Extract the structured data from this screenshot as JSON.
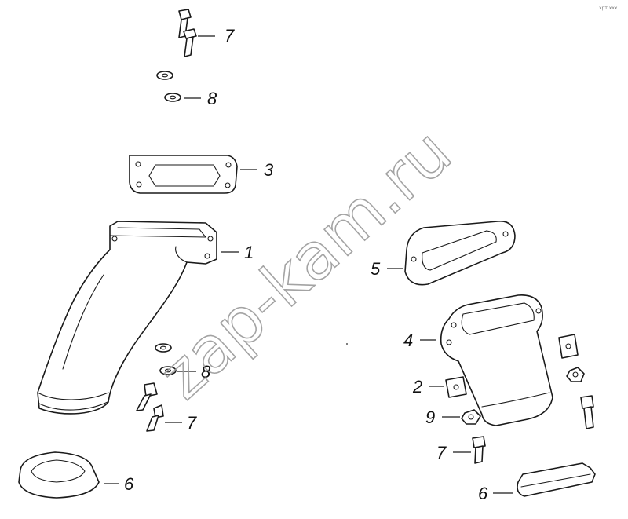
{
  "watermark": "zap-kam.ru",
  "corner_mark": "хрт ххх",
  "callouts": {
    "c7_top": "7",
    "c8_top": "8",
    "c3": "3",
    "c1": "1",
    "c5": "5",
    "c4": "4",
    "c8_mid": "8",
    "c2": "2",
    "c9": "9",
    "c7_mid": "7",
    "c7_bottom": "7",
    "c6_left": "6",
    "c6_right": "6"
  }
}
